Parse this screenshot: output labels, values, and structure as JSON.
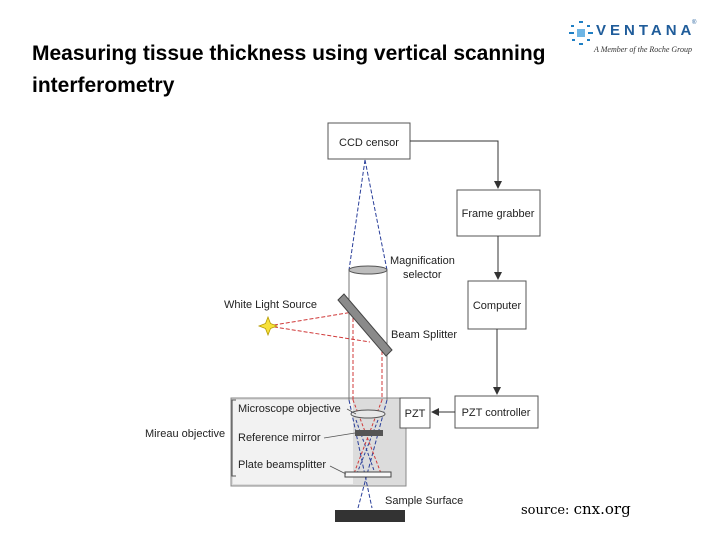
{
  "title": "Measuring tissue thickness using vertical scanning interferometry",
  "logo": {
    "brand": "VENTANA",
    "trademark": "®",
    "tagline": "A Member of the Roche Group"
  },
  "diagram": {
    "boxes": {
      "ccd": "CCD censor",
      "frame_grabber": "Frame grabber",
      "computer": "Computer",
      "pzt": "PZT",
      "pzt_controller": "PZT controller"
    },
    "labels": {
      "magnification_line1": "Magnification",
      "magnification_line2": "selector",
      "white_light_source": "White Light Source",
      "beam_splitter": "Beam Splitter",
      "microscope_objective": "Microscope objective",
      "mireau_objective": "Mireau objective",
      "reference_mirror": "Reference mirror",
      "plate_beamsplitter": "Plate beamsplitter",
      "sample_surface": "Sample Surface"
    }
  },
  "source": {
    "prefix": "source:",
    "domain": "cnx.org"
  }
}
